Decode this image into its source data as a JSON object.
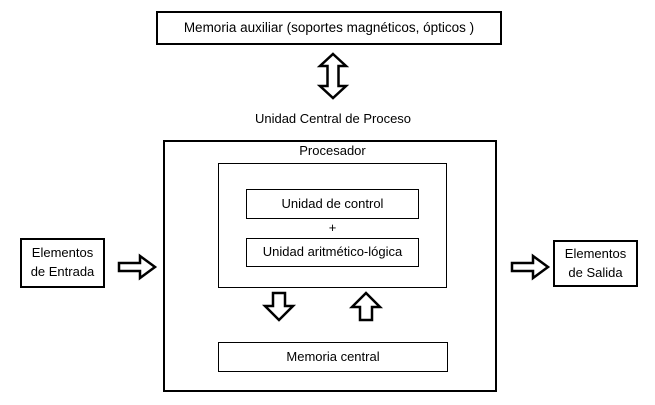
{
  "diagram": {
    "title_hidden": "",
    "memoria_auxiliar_label": "Memoria auxiliar (soportes magnéticos, ópticos )",
    "ucp_label": "Unidad Central de Proceso",
    "procesador_label": "Procesador",
    "unidad_control_label": "Unidad de control",
    "plus_label": "+",
    "unidad_aritmetica_label": "Unidad aritmético-lógica",
    "memoria_central_label": "Memoria central",
    "elementos_entrada_label": "Elementos\nde Entrada",
    "elementos_salida_label": "Elementos\nde Salida",
    "icons": {
      "bidirectional_vertical_arrow": "⇕ hollow double-headed vertical arrow between Memoria auxiliar and UCP box",
      "input_right_arrow": "⇨ hollow right arrow from Elementos de Entrada into UCP box",
      "output_right_arrow": "⇨ hollow right arrow from UCP box to Elementos de Salida",
      "down_arrow": "⇩ hollow down arrow from Procesador to Memoria central",
      "up_arrow": "⇧ hollow up arrow from Memoria central to Procesador"
    },
    "colors": {
      "line": "#000000",
      "background": "#ffffff",
      "box_fill": "#ffffff",
      "text": "#000000"
    }
  }
}
